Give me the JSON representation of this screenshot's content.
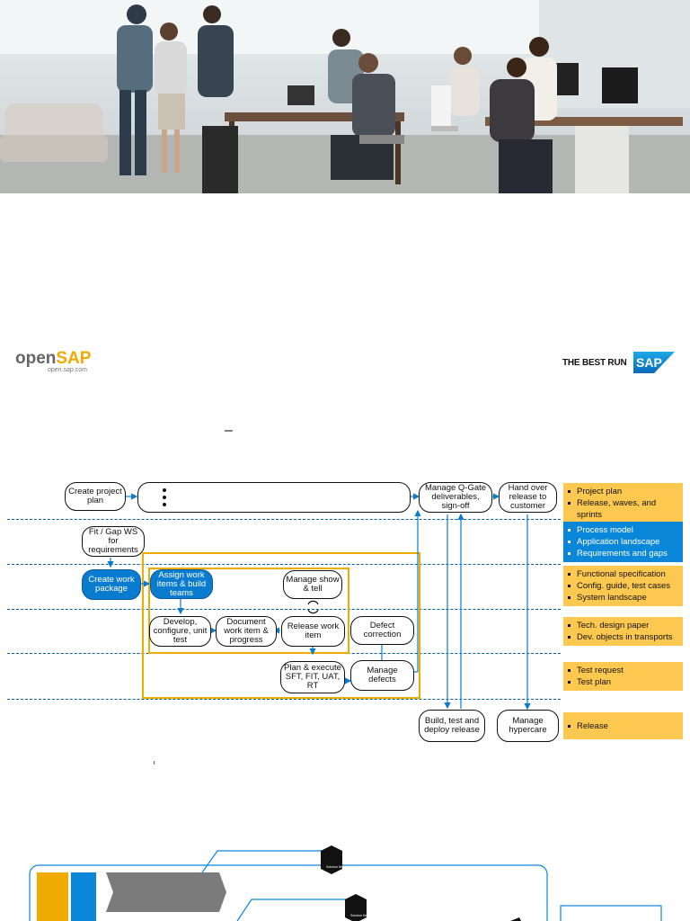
{
  "brand": {
    "open_prefix": "open",
    "open_suffix": "SAP",
    "open_url": "open.sap.com",
    "best_run": "THE BEST RUN",
    "sap": "SAP"
  },
  "title_dash": "–",
  "diagram": {
    "nodes": {
      "create_project_plan": "Create project plan",
      "fit_gap": "Fit / Gap WS for requirements",
      "create_work_package": "Create work package",
      "assign_work_items": "Assign work items & build teams",
      "manage_show_tell": "Manage show & tell",
      "develop": "Develop, configure, unit test",
      "document_work_item": "Document work item & progress",
      "release_work_item": "Release work item",
      "defect_correction": "Defect correction",
      "plan_execute": "Plan & execute SFT, FIT, UAT, RT",
      "manage_defects": "Manage defects",
      "manage_qgate": "Manage Q-Gate deliverables, sign-off",
      "hand_over": "Hand over release to customer",
      "build_test_deploy": "Build, test and deploy release",
      "manage_hypercare": "Manage hypercare"
    },
    "notes": [
      {
        "items": [
          "Project plan",
          "Release, waves, and sprints"
        ],
        "color": "#fcc850"
      },
      {
        "items": [
          "Process model",
          "Application landscape",
          "Requirements and gaps"
        ],
        "color": "#0a87d8"
      },
      {
        "items": [
          "Functional specification",
          "Config. guide, test cases",
          "System landscape"
        ],
        "color": "#fcc850"
      },
      {
        "items": [
          "Tech. design paper",
          "Dev. objects in transports"
        ],
        "color": "#fcc850"
      },
      {
        "items": [
          "Test request",
          "Test plan"
        ],
        "color": "#fcc850"
      },
      {
        "items": [
          "Release"
        ],
        "color": "#fcc850"
      }
    ]
  },
  "bottom": {
    "badge_1": "Solution Manager",
    "badge_2": "Solution Manager"
  },
  "colors": {
    "sap_blue": "#0a7ccf",
    "sap_gold": "#f0ab00",
    "note_yellow": "#fcc850"
  }
}
